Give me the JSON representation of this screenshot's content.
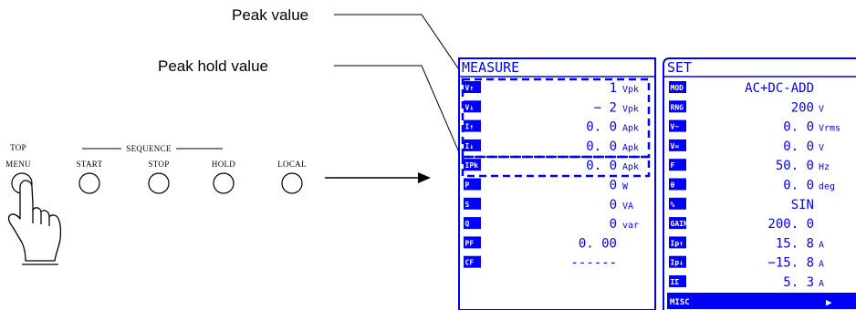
{
  "annotations": {
    "peak_value": "Peak value",
    "peak_hold_value": "Peak  hold value"
  },
  "front_panel": {
    "top_menu": [
      "TOP",
      "MENU"
    ],
    "sequence_label": "SEQUENCE",
    "buttons": [
      "START",
      "STOP",
      "HOLD",
      "LOCAL"
    ]
  },
  "measure_panel": {
    "title": "MEASURE",
    "rows": [
      {
        "icon": "V↑",
        "value": "1",
        "unit": "Vpk"
      },
      {
        "icon": "V↓",
        "value": "−    2",
        "unit": "Vpk"
      },
      {
        "icon": "I↑",
        "value": "0. 0",
        "unit": "Apk"
      },
      {
        "icon": "I↓",
        "value": "0. 0",
        "unit": "Apk"
      },
      {
        "icon": "IPk",
        "value": "0. 0",
        "unit": "Apk"
      },
      {
        "icon": "P",
        "value": "0",
        "unit": "W"
      },
      {
        "icon": "S",
        "value": "0",
        "unit": "VA"
      },
      {
        "icon": "Q",
        "value": "0",
        "unit": "var"
      },
      {
        "icon": "PF",
        "value": "0. 00",
        "unit": ""
      },
      {
        "icon": "CF",
        "value": "------",
        "unit": ""
      }
    ]
  },
  "set_panel": {
    "title": "SET",
    "rows": [
      {
        "icon": "MOD",
        "value": "AC+DC-ADD",
        "unit": ""
      },
      {
        "icon": "RNG",
        "value": "200",
        "unit": "V"
      },
      {
        "icon": "V~",
        "value": "0. 0",
        "unit": "Vrms"
      },
      {
        "icon": "V=",
        "value": "0. 0",
        "unit": "V"
      },
      {
        "icon": "F",
        "value": "50. 0",
        "unit": "Hz"
      },
      {
        "icon": "θ",
        "value": "0. 0",
        "unit": "deg"
      },
      {
        "icon": "%",
        "value": "SIN",
        "unit": ""
      },
      {
        "icon": "GAIN",
        "value": "200. 0",
        "unit": ""
      },
      {
        "icon": "Ip↑",
        "value": "15. 8",
        "unit": "A"
      },
      {
        "icon": "Ip↓",
        "value": "−15. 8",
        "unit": "A"
      },
      {
        "icon": "IΣ",
        "value": "5. 3",
        "unit": "A"
      }
    ],
    "misc_label": "MISC",
    "misc_arrow": "▶"
  },
  "colors": {
    "lcd_blue": "#0000ff",
    "background": "#ffffff"
  }
}
